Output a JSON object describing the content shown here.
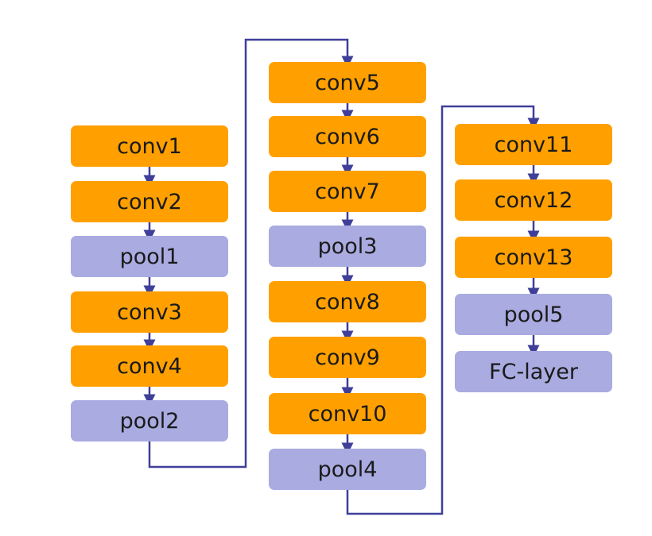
{
  "diagram": {
    "columns": [
      {
        "id": "column-1",
        "layers": [
          {
            "label": "conv1",
            "kind": "conv"
          },
          {
            "label": "conv2",
            "kind": "conv"
          },
          {
            "label": "pool1",
            "kind": "pool"
          },
          {
            "label": "conv3",
            "kind": "conv"
          },
          {
            "label": "conv4",
            "kind": "conv"
          },
          {
            "label": "pool2",
            "kind": "pool"
          }
        ]
      },
      {
        "id": "column-2",
        "layers": [
          {
            "label": "conv5",
            "kind": "conv"
          },
          {
            "label": "conv6",
            "kind": "conv"
          },
          {
            "label": "conv7",
            "kind": "conv"
          },
          {
            "label": "pool3",
            "kind": "pool"
          },
          {
            "label": "conv8",
            "kind": "conv"
          },
          {
            "label": "conv9",
            "kind": "conv"
          },
          {
            "label": "conv10",
            "kind": "conv"
          },
          {
            "label": "pool4",
            "kind": "pool"
          }
        ]
      },
      {
        "id": "column-3",
        "layers": [
          {
            "label": "conv11",
            "kind": "conv"
          },
          {
            "label": "conv12",
            "kind": "conv"
          },
          {
            "label": "conv13",
            "kind": "conv"
          },
          {
            "label": "pool5",
            "kind": "pool"
          },
          {
            "label": "FC-layer",
            "kind": "fc"
          }
        ]
      }
    ],
    "colors": {
      "conv": "#ffa000",
      "pool": "#a9abe1",
      "arrow": "#3f3f9a",
      "text": "#1a1a1a"
    }
  }
}
